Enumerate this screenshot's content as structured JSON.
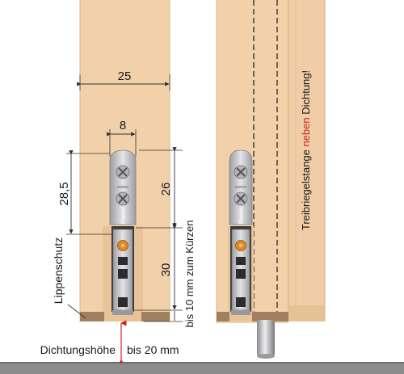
{
  "colors": {
    "wood": "#f2d1aa",
    "wood_edge": "#d9b48a",
    "dim_line": "#333333",
    "metal": "#c9c9cc",
    "metal_dark": "#7d7d80",
    "orange": "#e08a1e",
    "floor": "#8c8c8c",
    "arrow_red": "#cc2222",
    "note_red": "#cc2222"
  },
  "left_view": {
    "width_label": "25",
    "rail_width_label": "8",
    "mount_height_label": "28,5",
    "plate_height_label": "26",
    "seal_height_label": "30",
    "lip_protection_label": "Lippenschutz",
    "shorten_label": "bis 10 mm zum Kürzen",
    "plate_text_top": "SWISS",
    "plate_text_brand": "Planet"
  },
  "right_view": {
    "note_part1": "Treibriegelstange ",
    "note_highlight": "neben",
    "note_part2": " Dichtung!",
    "plate_text_top": "SWISS",
    "plate_text_brand": "Planet"
  },
  "bottom": {
    "seal_height_label": "Dichtungshöhe",
    "seal_height_value": "bis 20 mm"
  }
}
